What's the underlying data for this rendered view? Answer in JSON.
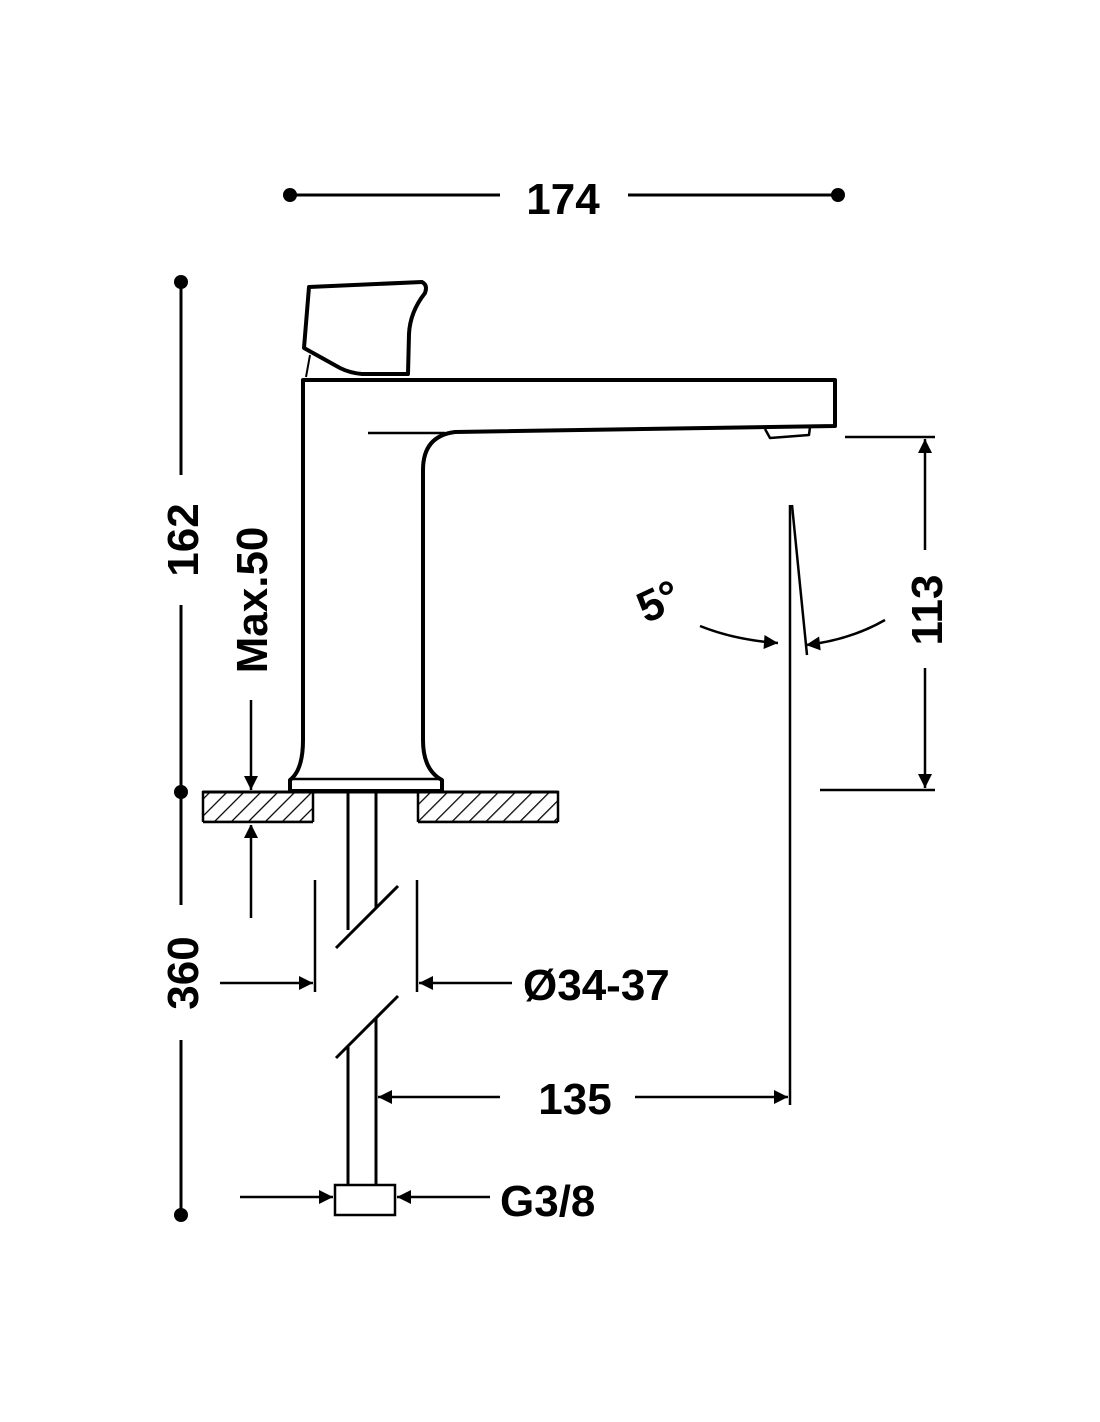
{
  "drawing": {
    "title": "Faucet dimensional drawing",
    "dimensions": {
      "overall_width": "174",
      "overall_height": "162",
      "max_counter_thickness": "Max.50",
      "pipe_length": "360",
      "hole_diameter": "Ø34-37",
      "spout_reach": "135",
      "spout_height": "113",
      "spray_angle": "5°",
      "connection": "G3/8"
    },
    "colors": {
      "line": "#000000",
      "background": "#ffffff"
    }
  }
}
